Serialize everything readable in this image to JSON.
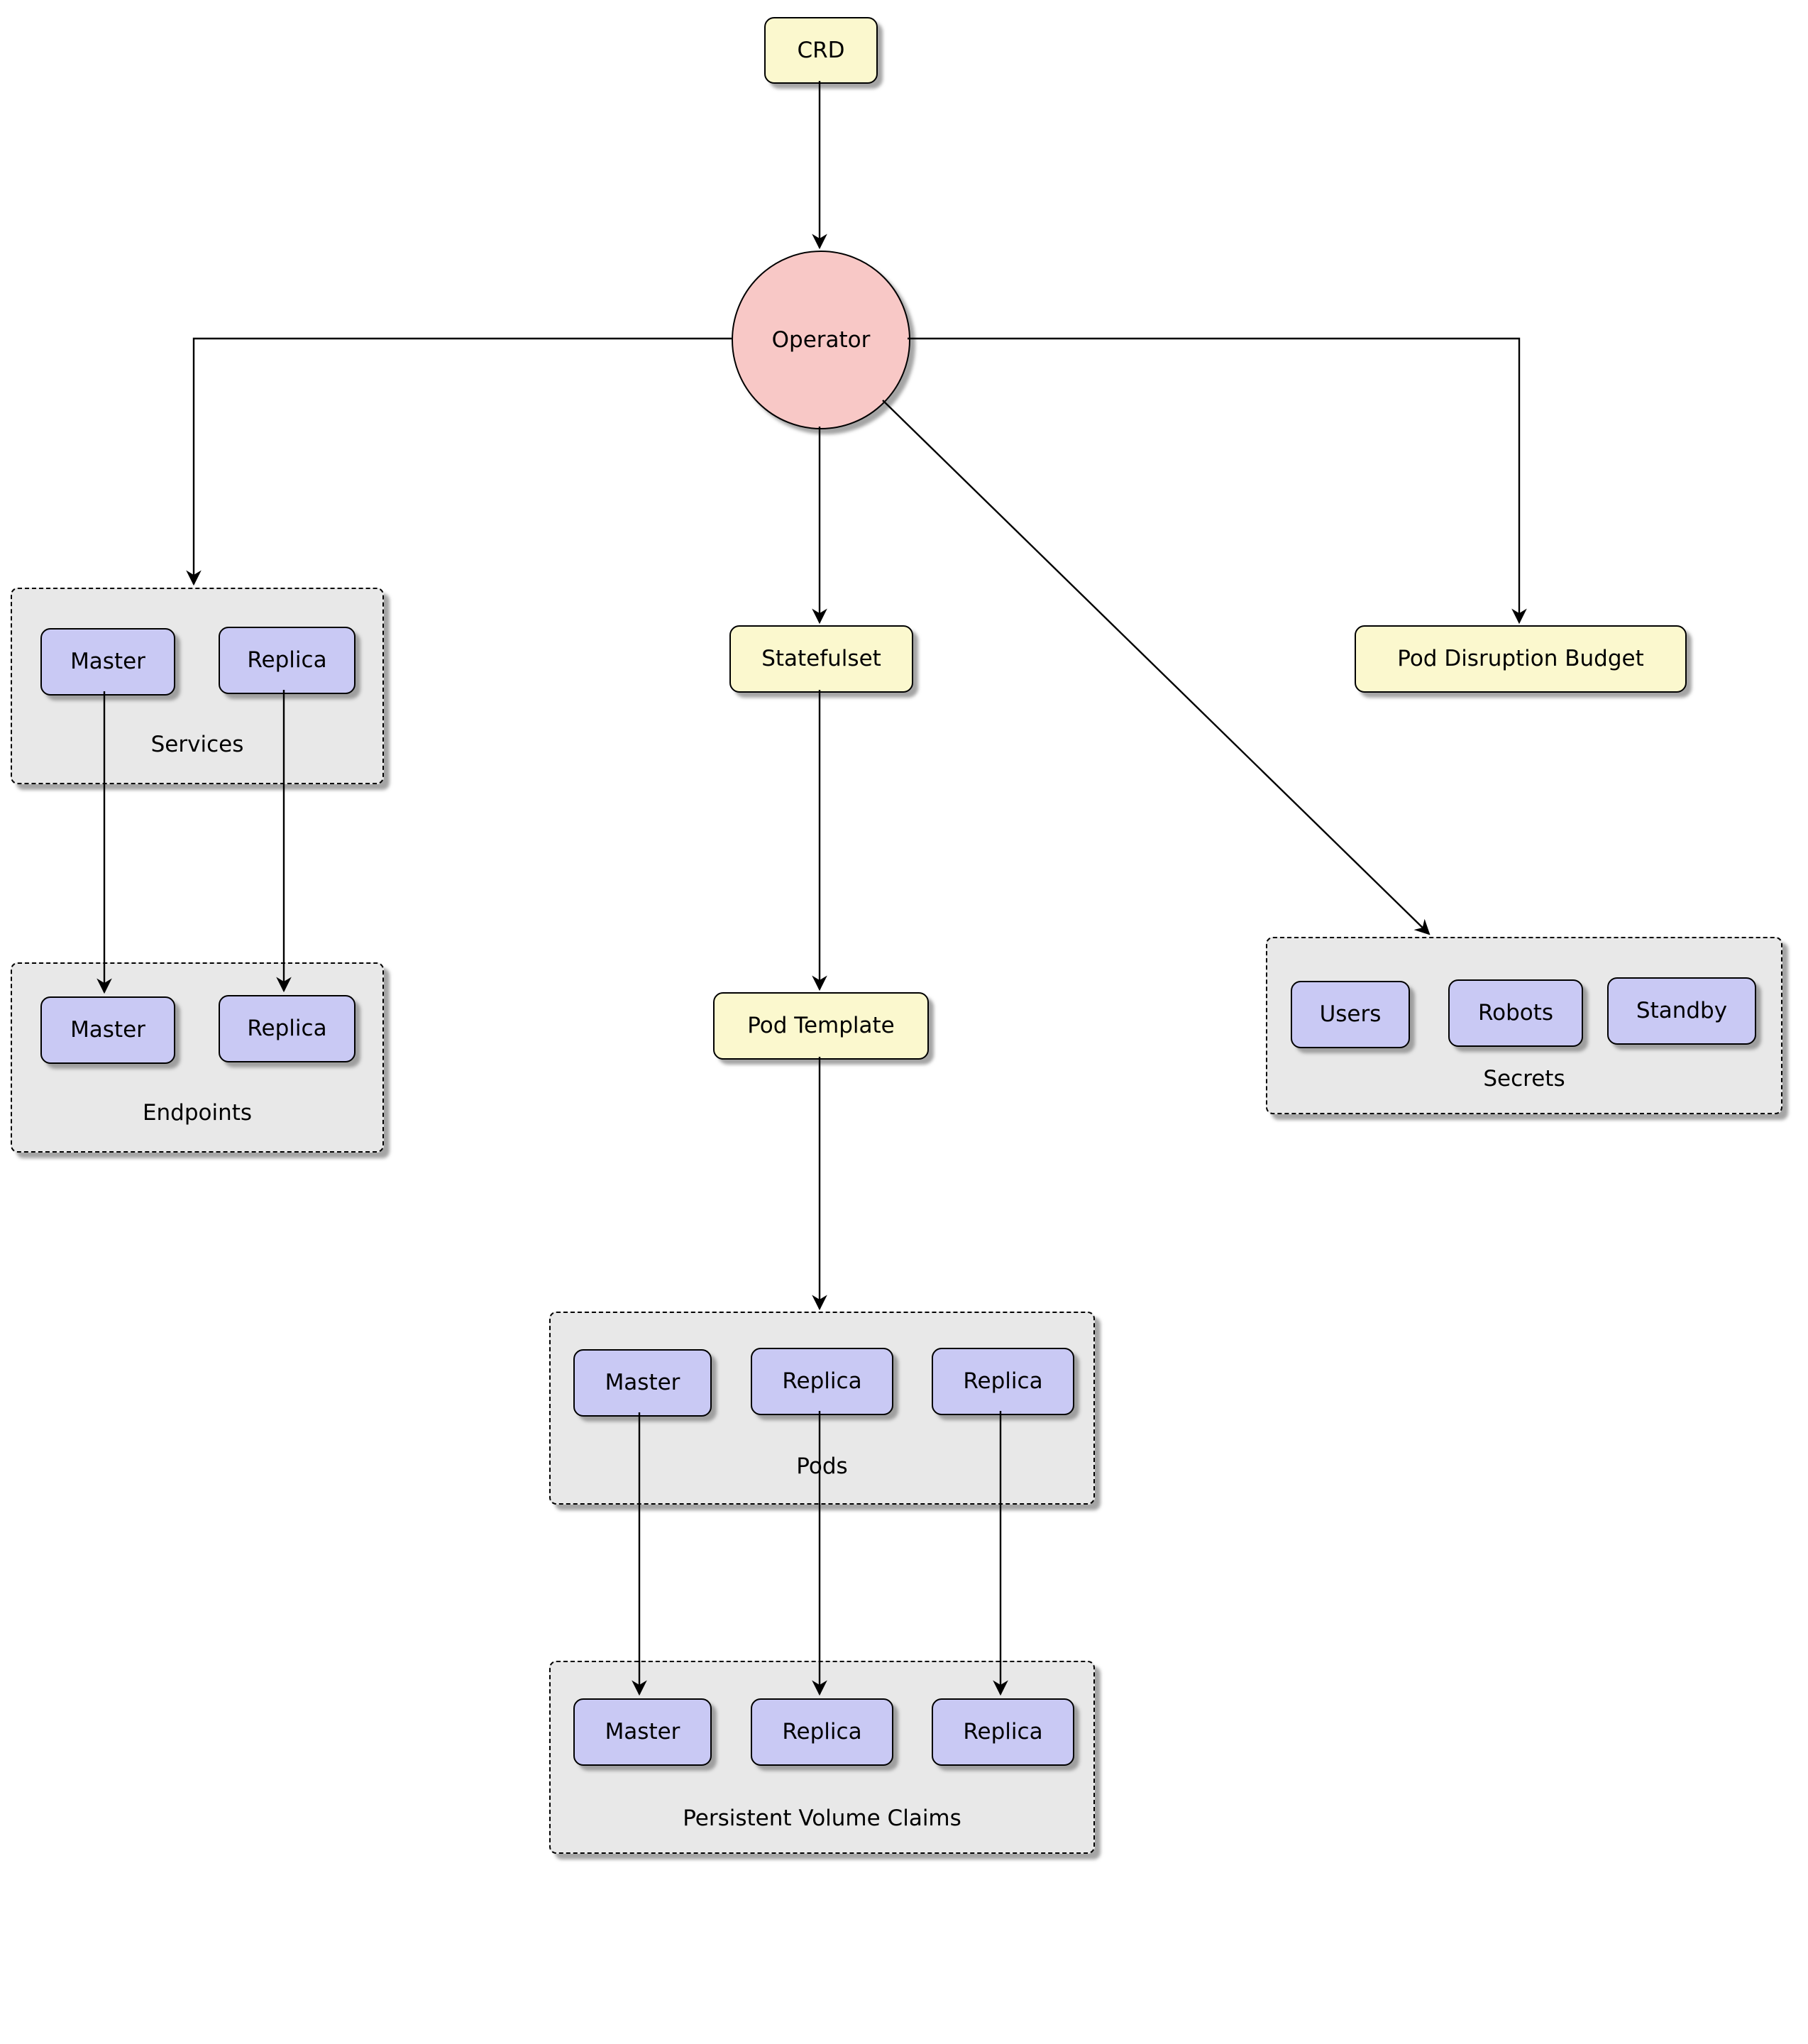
{
  "diagram": {
    "nodes": {
      "crd": {
        "label": "CRD"
      },
      "operator": {
        "label": "Operator"
      },
      "statefulset": {
        "label": "Statefulset"
      },
      "pod_disruption_budget": {
        "label": "Pod Disruption Budget"
      },
      "pod_template": {
        "label": "Pod Template"
      }
    },
    "groups": {
      "services": {
        "label": "Services",
        "items": [
          "Master",
          "Replica"
        ]
      },
      "endpoints": {
        "label": "Endpoints",
        "items": [
          "Master",
          "Replica"
        ]
      },
      "secrets": {
        "label": "Secrets",
        "items": [
          "Users",
          "Robots",
          "Standby"
        ]
      },
      "pods": {
        "label": "Pods",
        "items": [
          "Master",
          "Replica",
          "Replica"
        ]
      },
      "persistent_volume_claims": {
        "label": "Persistent Volume Claims",
        "items": [
          "Master",
          "Replica",
          "Replica"
        ]
      }
    },
    "colors": {
      "resource_node_fill": "#FBF8CE",
      "instance_node_fill": "#C9C9F4",
      "operator_fill": "#F8C8C6",
      "group_fill": "#E8E8E8",
      "edge_color": "#000000"
    }
  }
}
